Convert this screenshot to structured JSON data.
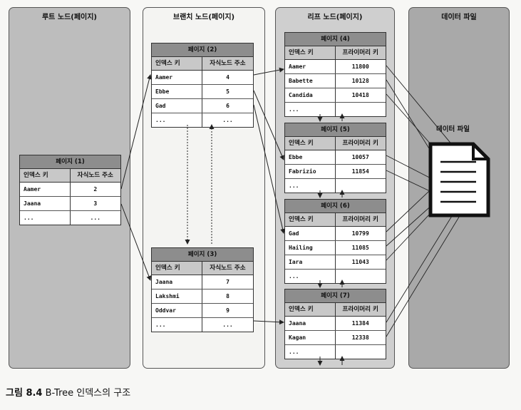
{
  "columns": {
    "root": "루트 노드(페이지)",
    "branch": "브랜치 노드(페이지)",
    "leaf": "리프 노드(페이지)",
    "data": "데이터 파일"
  },
  "pages": {
    "p1": {
      "title": "페이지 (1)",
      "col1": "인덱스 키",
      "col2": "자식노드 주소",
      "rows": [
        [
          "Aamer",
          "2"
        ],
        [
          "Jaana",
          "3"
        ],
        [
          "...",
          "..."
        ]
      ]
    },
    "p2": {
      "title": "페이지 (2)",
      "col1": "인덱스 키",
      "col2": "자식노드 주소",
      "rows": [
        [
          "Aamer",
          "4"
        ],
        [
          "Ebbe",
          "5"
        ],
        [
          "Gad",
          "6"
        ],
        [
          "...",
          "..."
        ]
      ]
    },
    "p3": {
      "title": "페이지 (3)",
      "col1": "인덱스 키",
      "col2": "자식노드 주소",
      "rows": [
        [
          "Jaana",
          "7"
        ],
        [
          "Lakshmi",
          "8"
        ],
        [
          "Oddvar",
          "9"
        ],
        [
          "...",
          "..."
        ]
      ]
    },
    "p4": {
      "title": "페이지 (4)",
      "col1": "인덱스 키",
      "col2": "프라이머리 키",
      "rows": [
        [
          "Aamer",
          "11800"
        ],
        [
          "Babette",
          "10128"
        ],
        [
          "Candida",
          "10418"
        ],
        [
          "...",
          ""
        ]
      ]
    },
    "p5": {
      "title": "페이지 (5)",
      "col1": "인덱스 키",
      "col2": "프라이머리 키",
      "rows": [
        [
          "Ebbe",
          "10057"
        ],
        [
          "Fabrizio",
          "11854"
        ],
        [
          "...",
          ""
        ]
      ]
    },
    "p6": {
      "title": "페이지 (6)",
      "col1": "인덱스 키",
      "col2": "프라이머리 키",
      "rows": [
        [
          "Gad",
          "10799"
        ],
        [
          "Hailing",
          "11085"
        ],
        [
          "Iara",
          "11043"
        ],
        [
          "...",
          ""
        ]
      ]
    },
    "p7": {
      "title": "페이지 (7)",
      "col1": "인덱스 키",
      "col2": "프라이머리 키",
      "rows": [
        [
          "Jaana",
          "11384"
        ],
        [
          "Kagan",
          "12338"
        ],
        [
          "...",
          ""
        ]
      ]
    }
  },
  "data_file_label": "데이터 파일",
  "caption": {
    "figure": "그림 8.4",
    "text": "B-Tree 인덱스의 구조"
  },
  "icons": {
    "file": "document-icon"
  }
}
